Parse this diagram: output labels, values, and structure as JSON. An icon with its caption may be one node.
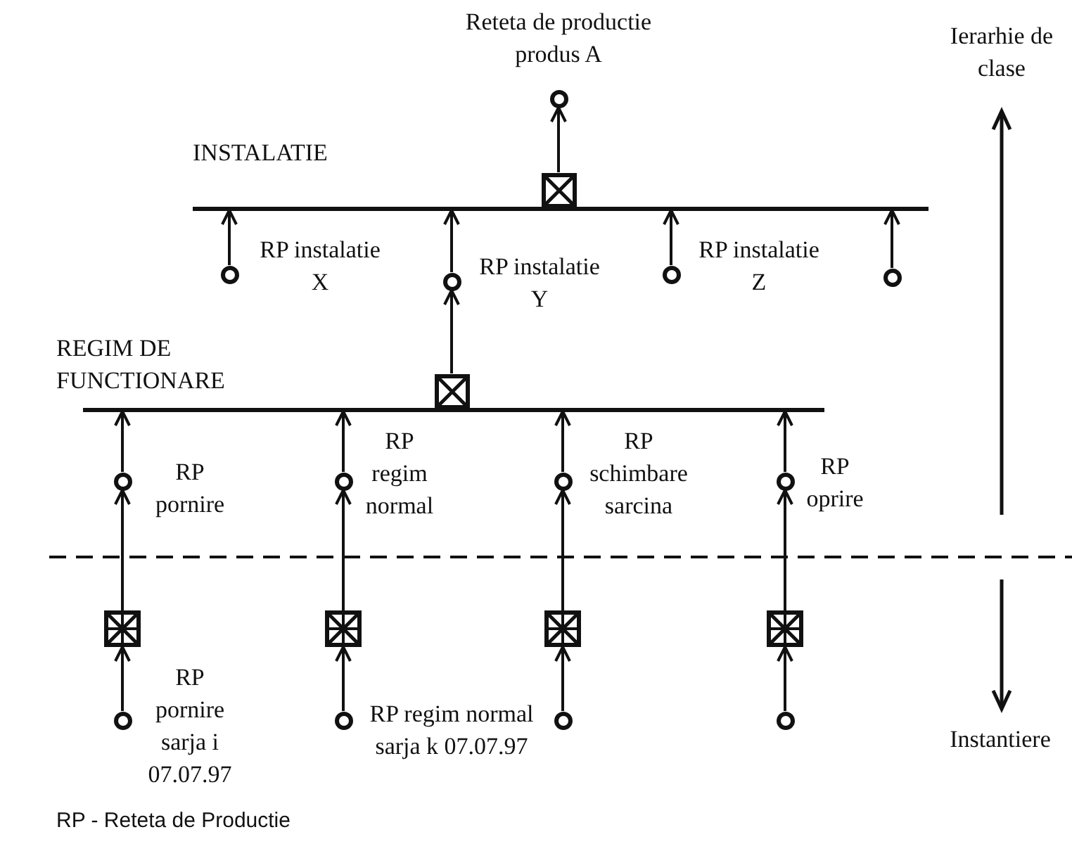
{
  "diagram": {
    "nodes": [
      {
        "text": [],
        "shape": "circle",
        "beside": [
          "Reteta de productie produs A"
        ]
      },
      {
        "text": [],
        "shape": "box"
      },
      {
        "text": [],
        "shape": "bar",
        "beside": [
          "INSTALATIE"
        ]
      },
      {
        "text": [],
        "shape": "circle",
        "beside": [
          "RP instalatie X"
        ]
      },
      {
        "text": [],
        "shape": "circle",
        "beside": [
          "RP instalatie Y"
        ]
      },
      {
        "text": [],
        "shape": "circle",
        "beside": [
          "RP instalatie Z"
        ]
      },
      {
        "text": [],
        "shape": "circle"
      },
      {
        "text": [],
        "shape": "box"
      },
      {
        "text": [],
        "shape": "bar",
        "beside": [
          "REGIM DE FUNCTIONARE"
        ]
      },
      {
        "text": [],
        "shape": "circle",
        "beside": [
          "RP pornire"
        ]
      },
      {
        "text": [],
        "shape": "circle",
        "beside": [
          "RP regim normal"
        ]
      },
      {
        "text": [],
        "shape": "circle",
        "beside": [
          "RP schimbare sarcina"
        ]
      },
      {
        "text": [],
        "shape": "circle",
        "beside": [
          "RP oprire"
        ]
      },
      {
        "text": [],
        "shape": "box"
      },
      {
        "text": [],
        "shape": "box"
      },
      {
        "text": [],
        "shape": "box"
      },
      {
        "text": [],
        "shape": "box"
      },
      {
        "text": [],
        "shape": "circle",
        "beside": [
          "RP pornire sarja i 07.07.97"
        ]
      },
      {
        "text": [],
        "shape": "circle",
        "beside": [
          "RP regim normal sarja k 07.07.97"
        ]
      },
      {
        "text": [],
        "shape": "circle"
      },
      {
        "text": [],
        "shape": "circle"
      }
    ],
    "edges": [
      {
        "from": 1,
        "to": 0,
        "arrow": "to"
      },
      {
        "from": 3,
        "to": 2,
        "arrow": "to"
      },
      {
        "from": 4,
        "to": 2,
        "arrow": "to"
      },
      {
        "from": 5,
        "to": 2,
        "arrow": "to"
      },
      {
        "from": 6,
        "to": 2,
        "arrow": "to"
      },
      {
        "from": 7,
        "to": 4,
        "arrow": "to"
      },
      {
        "from": 9,
        "to": 8,
        "arrow": "to"
      },
      {
        "from": 10,
        "to": 8,
        "arrow": "to"
      },
      {
        "from": 11,
        "to": 8,
        "arrow": "to"
      },
      {
        "from": 12,
        "to": 8,
        "arrow": "to"
      },
      {
        "from": 13,
        "to": 9,
        "arrow": "to"
      },
      {
        "from": 14,
        "to": 10,
        "arrow": "to"
      },
      {
        "from": 15,
        "to": 11,
        "arrow": "to"
      },
      {
        "from": 16,
        "to": 12,
        "arrow": "to"
      },
      {
        "from": 17,
        "to": 13,
        "arrow": "to"
      },
      {
        "from": 18,
        "to": 14,
        "arrow": "to"
      },
      {
        "from": 19,
        "to": 15,
        "arrow": "to"
      },
      {
        "from": 20,
        "to": 16,
        "arrow": "to"
      }
    ],
    "labels": [
      "Ierarhie de clase",
      "Instantiere",
      "RP - Reteta de Productie"
    ]
  }
}
